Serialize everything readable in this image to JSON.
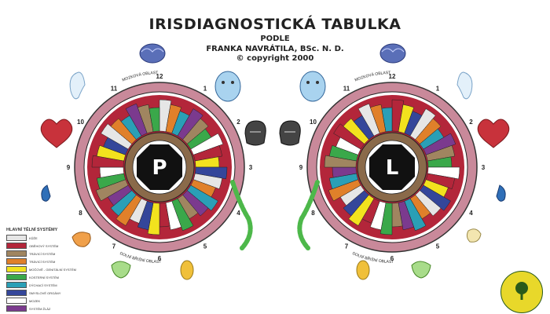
{
  "header": {
    "title": "IRISDIAGNOSTICKÁ TABULKA",
    "subtitle": "PODLE",
    "author": "FRANKA NAVRÁTILA, BSc. N. D.",
    "copyright": "© copyright 2000"
  },
  "left_chart": {
    "center_letter": "P"
  },
  "right_chart": {
    "center_letter": "L"
  },
  "clock_numbers": [
    "12",
    "1",
    "2",
    "3",
    "4",
    "5",
    "6",
    "7",
    "8",
    "9",
    "10",
    "11"
  ],
  "ring_labels": {
    "top_left": "MOZKOVÁ OBLAST",
    "top_right": "MOZKOVÁ OBLAST",
    "bottom_left": "DOLNÍ BŘIŠNÍ OBLAST",
    "bottom_right": "DOLNÍ BŘIŠNÍ OBLAST"
  },
  "legend": {
    "heading": "HLAVNÍ TĚLNÍ SYSTÉMY",
    "items": [
      {
        "label": "KŮŽE",
        "color": "#e6e6e6"
      },
      {
        "label": "OBĚHOVÝ SYSTÉM",
        "color": "#b3263a"
      },
      {
        "label": "TRÁVICÍ SYSTÉM",
        "color": "#a08560"
      },
      {
        "label": "TRÁVICÍ SYSTÉM",
        "color": "#e0802a"
      },
      {
        "label": "MOČOVĚ - GENITÁLNÍ SYSTÉM",
        "color": "#f2e21e"
      },
      {
        "label": "KOSTERNÍ SYSTÉM",
        "color": "#3aa84a"
      },
      {
        "label": "DÝCHACÍ SYSTÉM",
        "color": "#2a9fb6"
      },
      {
        "label": "SMYSLOVÉ ORGÁNY",
        "color": "#34469a"
      },
      {
        "label": "MOZEK",
        "color": "#ffffff"
      },
      {
        "label": "SYSTÉM ŽLÁZ",
        "color": "#7b3a8e"
      }
    ]
  },
  "segment_colors": [
    "#e6e6e6",
    "#b3263a",
    "#a08560",
    "#e0802a",
    "#f2e21e",
    "#3aa84a",
    "#2a9fb6",
    "#34469a",
    "#ffffff",
    "#7b3a8e"
  ],
  "chart_colors": {
    "outer_ring": "#c9899a",
    "red_ring": "#b3263a",
    "inner_brown": "#8a6a4a",
    "pupil": "#111111",
    "rim": "#333333"
  }
}
